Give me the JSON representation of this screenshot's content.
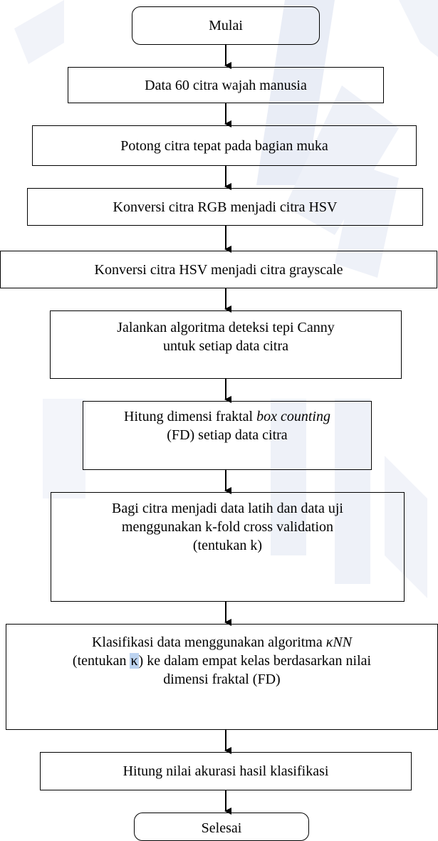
{
  "flowchart": {
    "start": "Mulai",
    "step1": "Data 60 citra wajah manusia",
    "step2": "Potong citra tepat pada bagian muka",
    "step3": "Konversi citra RGB menjadi citra HSV",
    "step4": "Konversi citra HSV menjadi citra grayscale",
    "step5": {
      "line1": "Jalankan algoritma deteksi tepi Canny",
      "line2": "untuk setiap data citra"
    },
    "step6": {
      "line1_prefix": "Hitung dimensi fraktal ",
      "line1_italic": "box counting",
      "line2": "(FD) setiap data citra"
    },
    "step7": {
      "line1": "Bagi citra menjadi data latih dan data uji",
      "line2": "menggunakan k-fold cross validation",
      "line3": "(tentukan k)"
    },
    "step8": {
      "line1_prefix": "Klasifikasi data menggunakan algoritma ",
      "line1_math": "κNN",
      "line2_prefix": "(tentukan ",
      "line2_kappa": "κ",
      "line2_suffix": ") ke dalam empat kelas berdasarkan nilai",
      "line3": "dimensi fraktal (FD)"
    },
    "step9": "Hitung nilai akurasi hasil klasifikasi",
    "end": "Selesai"
  }
}
